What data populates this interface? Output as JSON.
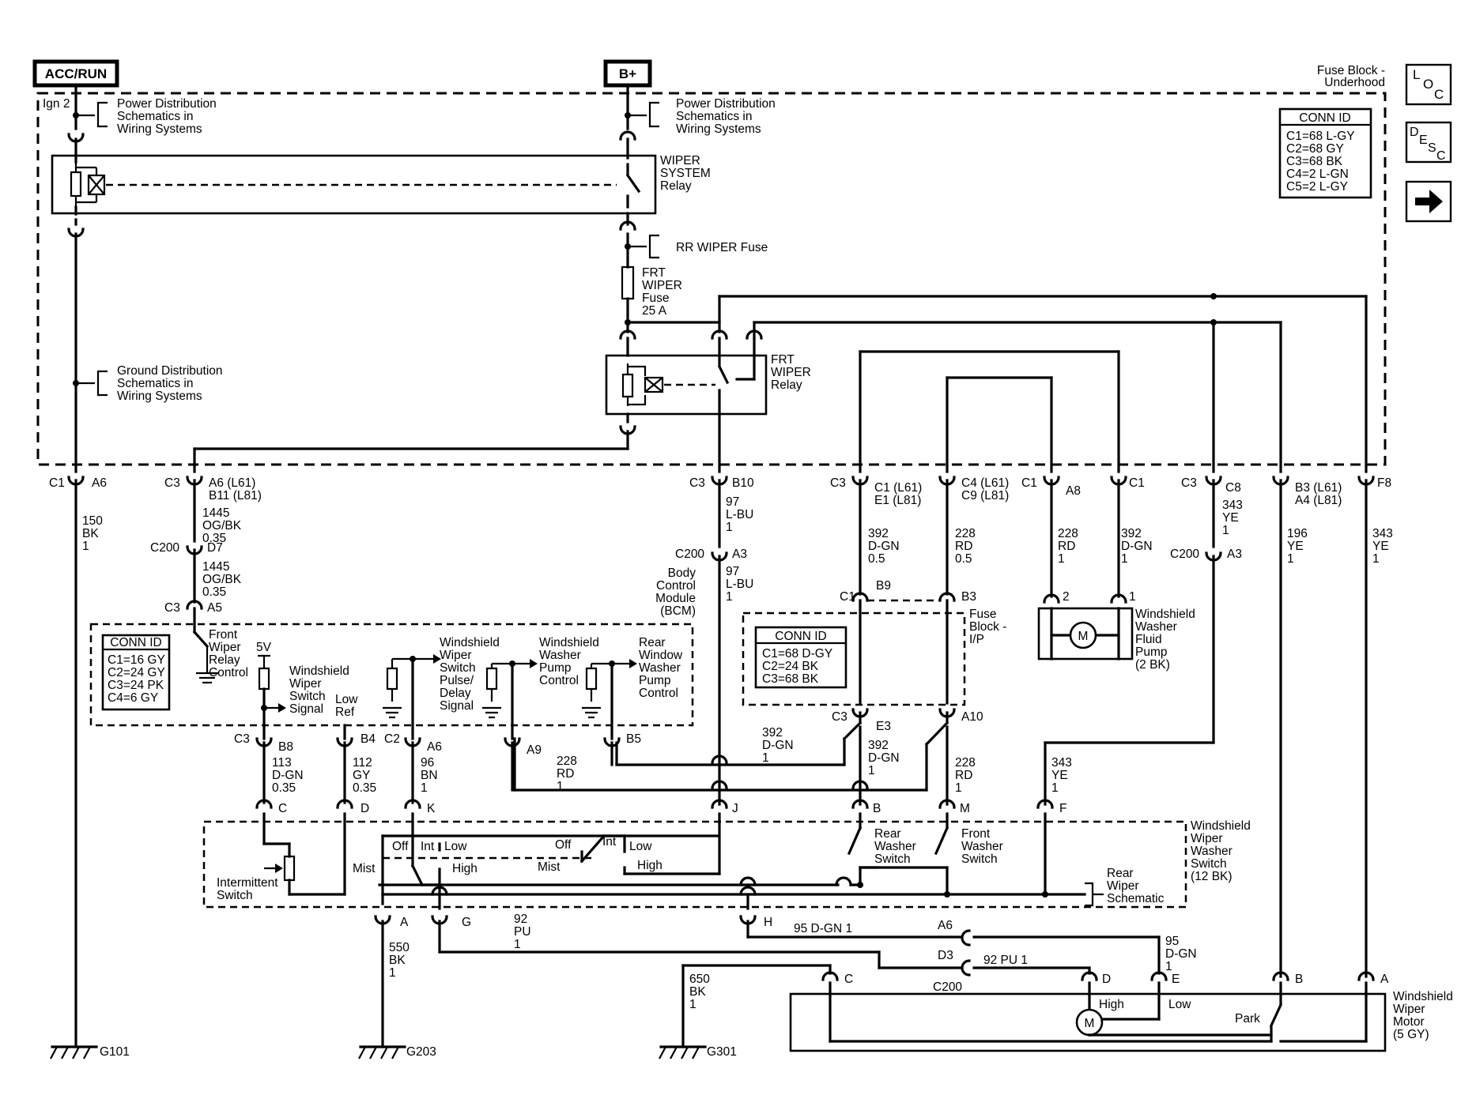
{
  "top_sources": {
    "acc_run": "ACC/RUN",
    "bplus": "B+"
  },
  "fuse_block_underhood": {
    "title_line1": "Fuse Block -",
    "title_line2": "Underhood",
    "ign": "Ign 2",
    "conn_id_title": "CONN ID",
    "conn_ids": [
      "C1=68 L-GY",
      "C2=68 GY",
      "C3=68 BK",
      "C4=2 L-GN",
      "C5=2 L-GY"
    ]
  },
  "nav_buttons": {
    "loc": "LOC",
    "desc": "DESC",
    "next": "→"
  },
  "labels": {
    "pds1": [
      "Power Distribution",
      "Schematics in",
      "Wiring Systems"
    ],
    "pds2": [
      "Power Distribution",
      "Schematics in",
      "Wiring Systems"
    ],
    "gds": [
      "Ground Distribution",
      "Schematics in",
      "Wiring Systems"
    ],
    "wiper_system_relay": [
      "WIPER",
      "SYSTEM",
      "Relay"
    ],
    "rr_wiper_fuse": "RR WIPER Fuse",
    "frt_wiper_fuse": [
      "FRT",
      "WIPER",
      "Fuse",
      "25 A"
    ],
    "frt_wiper_relay": [
      "FRT",
      "WIPER",
      "Relay"
    ]
  },
  "connectors": {
    "c1": "C1",
    "a6": "A6",
    "c3": "C3",
    "a6_l61": "A6 (L61)",
    "b11_l81": "B11 (L81)",
    "c200": "C200",
    "d7": "D7",
    "a5": "A5",
    "b10": "B10",
    "a3": "A3",
    "c1_l61": "C1 (L61)",
    "e1_l81": "E1 (L81)",
    "c4_l61": "C4 (L61)",
    "c9_l81": "C9 (L81)",
    "a8": "A8",
    "c8": "C8",
    "b3_l61": "B3 (L61)",
    "a4_l81": "A4 (L81)",
    "f8": "F8",
    "b9": "B9",
    "b3": "B3",
    "e3": "E3",
    "a10": "A10",
    "b8": "B8",
    "b4": "B4",
    "c2": "C2",
    "a9": "A9",
    "b5": "B5",
    "pin_c": "C",
    "pin_d": "D",
    "pin_k": "K",
    "pin_j": "J",
    "pin_b": "B",
    "pin_m": "M",
    "pin_f": "F",
    "pin_a": "A",
    "pin_g": "G",
    "pin_h": "H",
    "pin_e": "E",
    "d3": "D3",
    "pin_2": "2",
    "pin_1": "1"
  },
  "wires": {
    "w150": [
      "150",
      "BK",
      "1"
    ],
    "w1445a": [
      "1445",
      "OG/BK",
      "0.35"
    ],
    "w1445b": [
      "1445",
      "OG/BK",
      "0.35"
    ],
    "w97a": [
      "97",
      "L-BU",
      "1"
    ],
    "w97b": [
      "97",
      "L-BU",
      "1"
    ],
    "w392a": [
      "392",
      "D-GN",
      "0.5"
    ],
    "w228a": [
      "228",
      "RD",
      "0.5"
    ],
    "w228b": [
      "228",
      "RD",
      "1"
    ],
    "w392b": [
      "392",
      "D-GN",
      "1"
    ],
    "w343a": [
      "343",
      "YE",
      "1"
    ],
    "w196": [
      "196",
      "YE",
      "1"
    ],
    "w343b": [
      "343",
      "YE",
      "1"
    ],
    "w113": [
      "113",
      "D-GN",
      "0.35"
    ],
    "w112": [
      "112",
      "GY",
      "0.35"
    ],
    "w96": [
      "96",
      "BN",
      "1"
    ],
    "w228c": [
      "228",
      "RD",
      "1"
    ],
    "w392c": [
      "392",
      "D-GN",
      "1"
    ],
    "w392d": [
      "392",
      "D-GN",
      "1"
    ],
    "w228d": [
      "228",
      "RD",
      "1"
    ],
    "w343c": [
      "343",
      "YE",
      "1"
    ],
    "w550": [
      "550",
      "BK",
      "1"
    ],
    "w92a": [
      "92",
      "PU",
      "1"
    ],
    "w95a": "95 D-GN 1",
    "w92b": "92 PU 1",
    "w95b": [
      "95",
      "D-GN",
      "1"
    ],
    "w650": [
      "650",
      "BK",
      "1"
    ]
  },
  "bcm": {
    "title": [
      "Body",
      "Control",
      "Module",
      "(BCM)"
    ],
    "conn_id_title": "CONN ID",
    "conn_ids": [
      "C1=16 GY",
      "C2=24 GY",
      "C3=24 PK",
      "C4=6 GY"
    ],
    "front_wiper_relay_control": [
      "Front",
      "Wiper",
      "Relay",
      "Control"
    ],
    "five_v": "5V",
    "wws_signal": [
      "Windshield",
      "Wiper",
      "Switch",
      "Signal"
    ],
    "low_ref": [
      "Low",
      "Ref"
    ],
    "wws_pulse": [
      "Windshield",
      "Wiper",
      "Switch",
      "Pulse/",
      "Delay",
      "Signal"
    ],
    "wwp_control": [
      "Windshield",
      "Washer",
      "Pump",
      "Control"
    ],
    "rwwp_control": [
      "Rear",
      "Window",
      "Washer",
      "Pump",
      "Control"
    ]
  },
  "fuse_block_ip": {
    "title": [
      "Fuse",
      "Block -",
      "I/P"
    ],
    "conn_id_title": "CONN ID",
    "conn_ids": [
      "C1=68 D-GY",
      "C2=24 BK",
      "C3=68 BK"
    ]
  },
  "washer_pump": {
    "title": [
      "Windshield",
      "Washer",
      "Fluid",
      "Pump",
      "(2 BK)"
    ],
    "m": "M"
  },
  "switch": {
    "title": [
      "Windshield",
      "Wiper",
      "Washer",
      "Switch",
      "(12 BK)"
    ],
    "intermittent": [
      "Intermittent",
      "Switch"
    ],
    "mist": "Mist",
    "off": "Off",
    "int": "Int",
    "low": "Low",
    "high": "High",
    "mist2": "Mist",
    "off2": "Off",
    "int2": "Int",
    "low2": "Low",
    "high2": "High",
    "rear_washer": [
      "Rear",
      "Washer",
      "Switch"
    ],
    "front_washer": [
      "Front",
      "Washer",
      "Switch"
    ],
    "rear_wiper": [
      "Rear",
      "Wiper",
      "Schematic"
    ]
  },
  "motor": {
    "title": [
      "Windshield",
      "Wiper",
      "Motor",
      "(5 GY)"
    ],
    "high": "High",
    "low": "Low",
    "park": "Park",
    "m": "M"
  },
  "grounds": {
    "g101": "G101",
    "g203": "G203",
    "g301": "G301"
  }
}
